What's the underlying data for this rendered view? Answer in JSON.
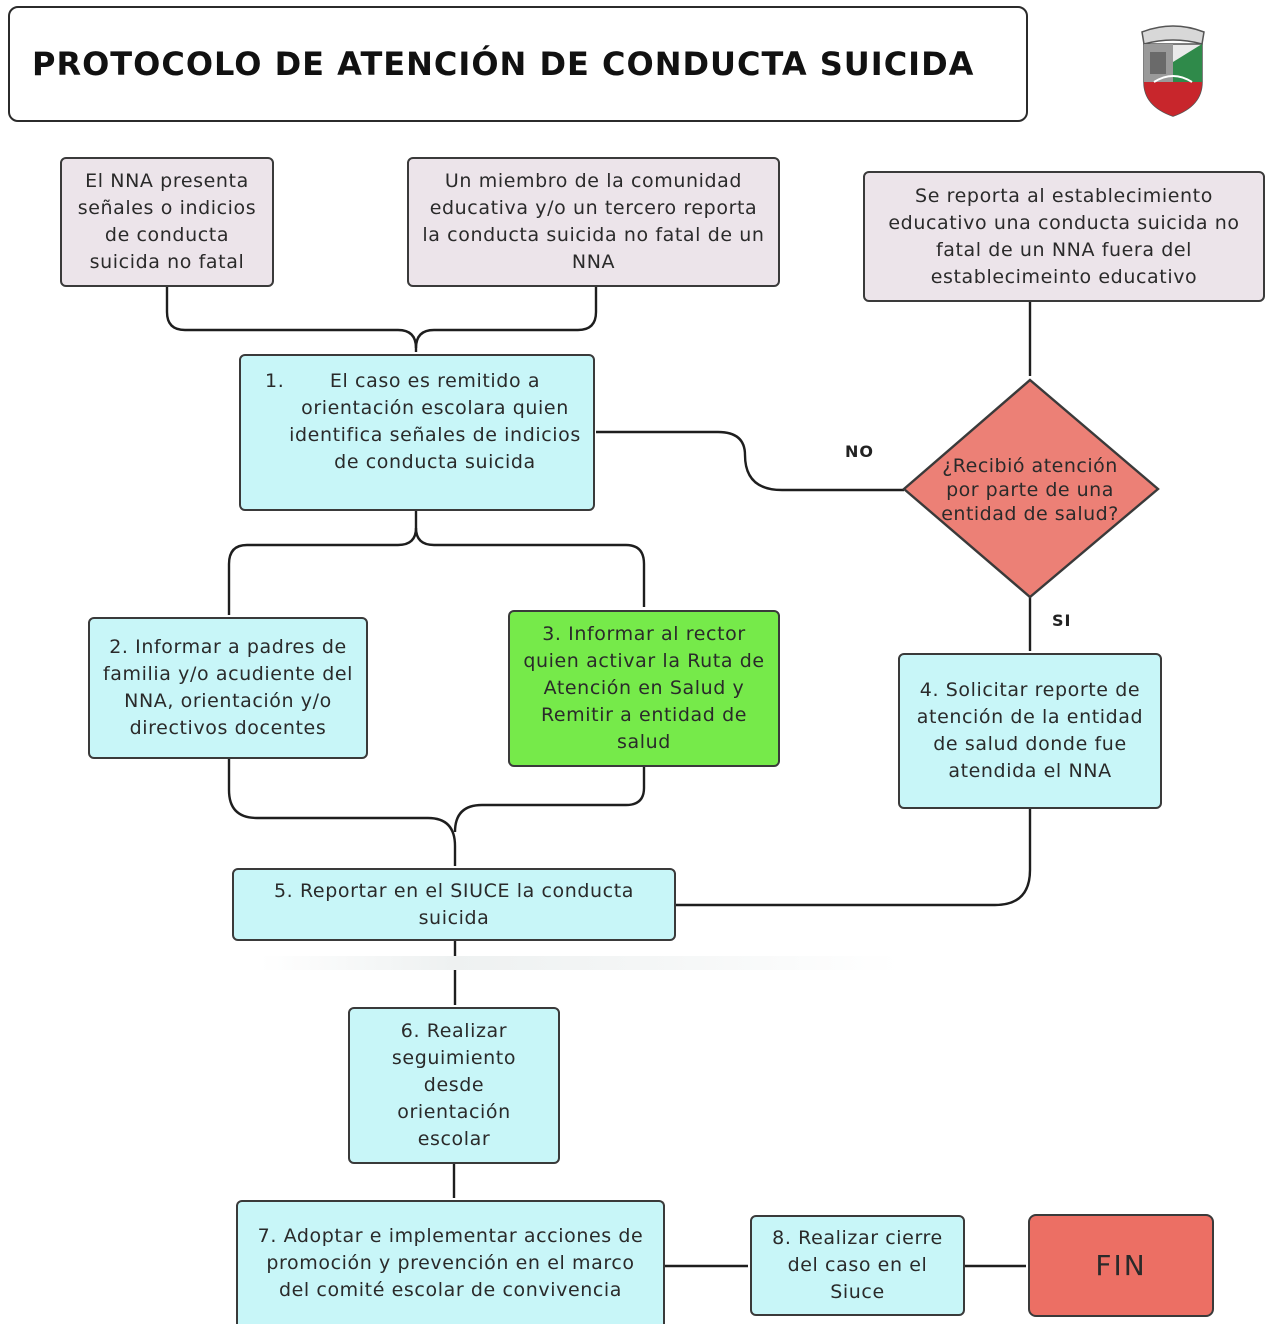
{
  "title": "PROTOCOLO DE ATENCIÓN DE CONDUCTA SUICIDA",
  "colors": {
    "start_fill": "#ece4ea",
    "step_fill": "#c8f6f8",
    "highlight_fill": "#76ea4a",
    "decision_fill": "#ec8076",
    "end_fill": "#ec6f64"
  },
  "nodes": {
    "start_a": "El NNA presenta señales o indicios de conducta suicida no fatal",
    "start_b": "Un miembro de la comunidad educativa y/o un tercero reporta la conducta suicida no fatal de un NNA",
    "start_c": "Se reporta al establecimiento educativo una conducta suicida no fatal de un NNA fuera del establecimeinto educativo",
    "step1_num": "1.",
    "step1": "El caso es remitido a orientación escolara quien identifica señales de indicios de conducta suicida",
    "decision": "¿Recibió atención por parte de una entidad de salud?",
    "step2": "2. Informar a padres de familia y/o acudiente del NNA, orientación y/o directivos docentes",
    "step3": "3. Informar al rector quien activar la Ruta de Atención en Salud y Remitir a entidad de salud",
    "step4": "4. Solicitar reporte de atención de la entidad de salud donde fue atendida el NNA",
    "step5": "5. Reportar en el SIUCE la conducta suicida",
    "step6": "6. Realizar seguimiento desde orientación escolar",
    "step7": "7. Adoptar e implementar acciones de promoción y prevención en el marco del comité escolar de convivencia",
    "step8": "8. Realizar cierre del caso en el Siuce",
    "end": "FIN"
  },
  "edge_labels": {
    "no": "NO",
    "si": "SI"
  },
  "icons": {
    "logo": "school-shield-crest"
  }
}
